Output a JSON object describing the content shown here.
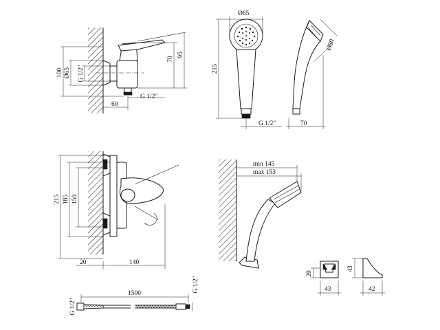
{
  "colors": {
    "line": "#1a1a1a",
    "background": "#ffffff",
    "hatch": "#1a1a1a"
  },
  "dimensions": {
    "side_view": {
      "height_100": "100",
      "dia_65": "Ø65",
      "thread": "G 1/2\"",
      "h_70": "70",
      "h_95": "95",
      "w_60": "60",
      "thread_bottom": "G 1/2\""
    },
    "handshower_front": {
      "dia_65": "Ø65",
      "height_215": "215",
      "thread": "G 1/2\""
    },
    "handshower_side": {
      "dia_80": "Ø80",
      "width_70": "70"
    },
    "front_view": {
      "h_215": "215",
      "h_185": "185",
      "h_150": "150",
      "w_20": "20",
      "w_140": "140"
    },
    "holder_view": {
      "min": "min 145",
      "max": "max 153"
    },
    "hose": {
      "length": "1500",
      "thread_left": "G 1/2\"",
      "thread_right": "G 1/2\""
    },
    "holder_small": {
      "h_20": "20",
      "w_43": "43",
      "h_43": "43",
      "w_42": "42"
    }
  }
}
